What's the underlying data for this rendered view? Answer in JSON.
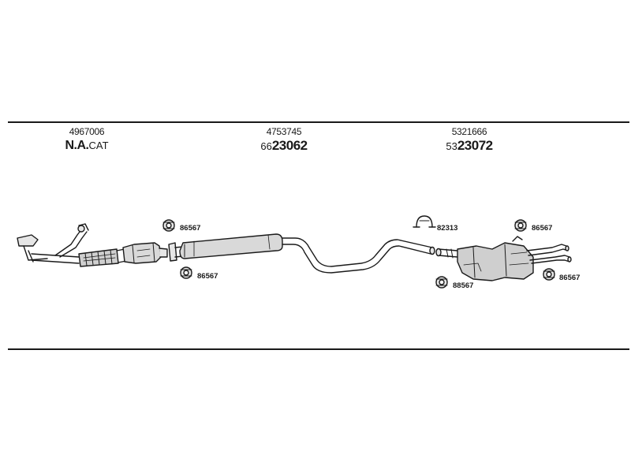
{
  "headers": [
    {
      "part_no": "4967006",
      "code_main": "N.A.",
      "code_suffix": "CAT"
    },
    {
      "part_no": "4753745",
      "code_prefix": "66",
      "code_main": "23062"
    },
    {
      "part_no": "5321666",
      "code_prefix": "53",
      "code_main": "23072"
    }
  ],
  "parts": {
    "bracket_1": "86567",
    "bracket_2": "86567",
    "clamp": "82313",
    "bracket_3": "86567",
    "bracket_4": "88567",
    "bracket_5": "86567"
  },
  "colors": {
    "line": "#1a1a1a",
    "background": "#ffffff"
  }
}
